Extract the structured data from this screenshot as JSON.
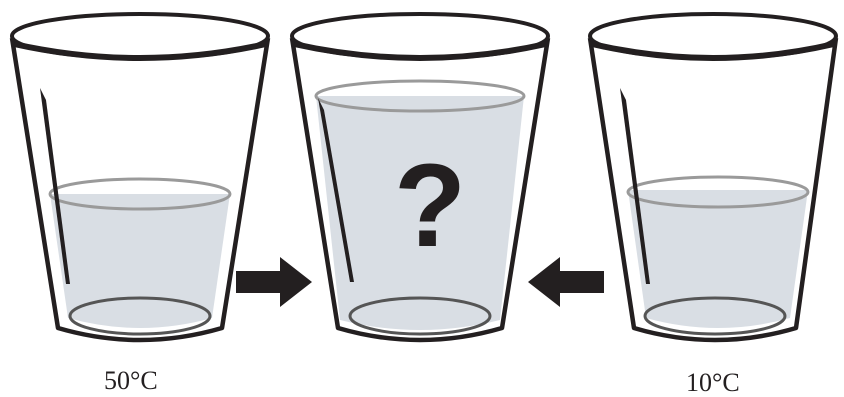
{
  "cups": [
    {
      "id": "hot",
      "temperature_label": "50°C",
      "fill_level": 0.48
    },
    {
      "id": "mixed",
      "symbol": "?",
      "fill_level": 0.92
    },
    {
      "id": "cold",
      "temperature_label": "10°C",
      "fill_level": 0.48
    }
  ],
  "arrows": [
    {
      "id": "left-arrow",
      "direction": "right"
    },
    {
      "id": "right-arrow",
      "direction": "left"
    }
  ],
  "colors": {
    "water": "#d9dee4",
    "outline": "#231f20",
    "surface_ring": "#9a9a9a",
    "arrow": "#231f20"
  }
}
